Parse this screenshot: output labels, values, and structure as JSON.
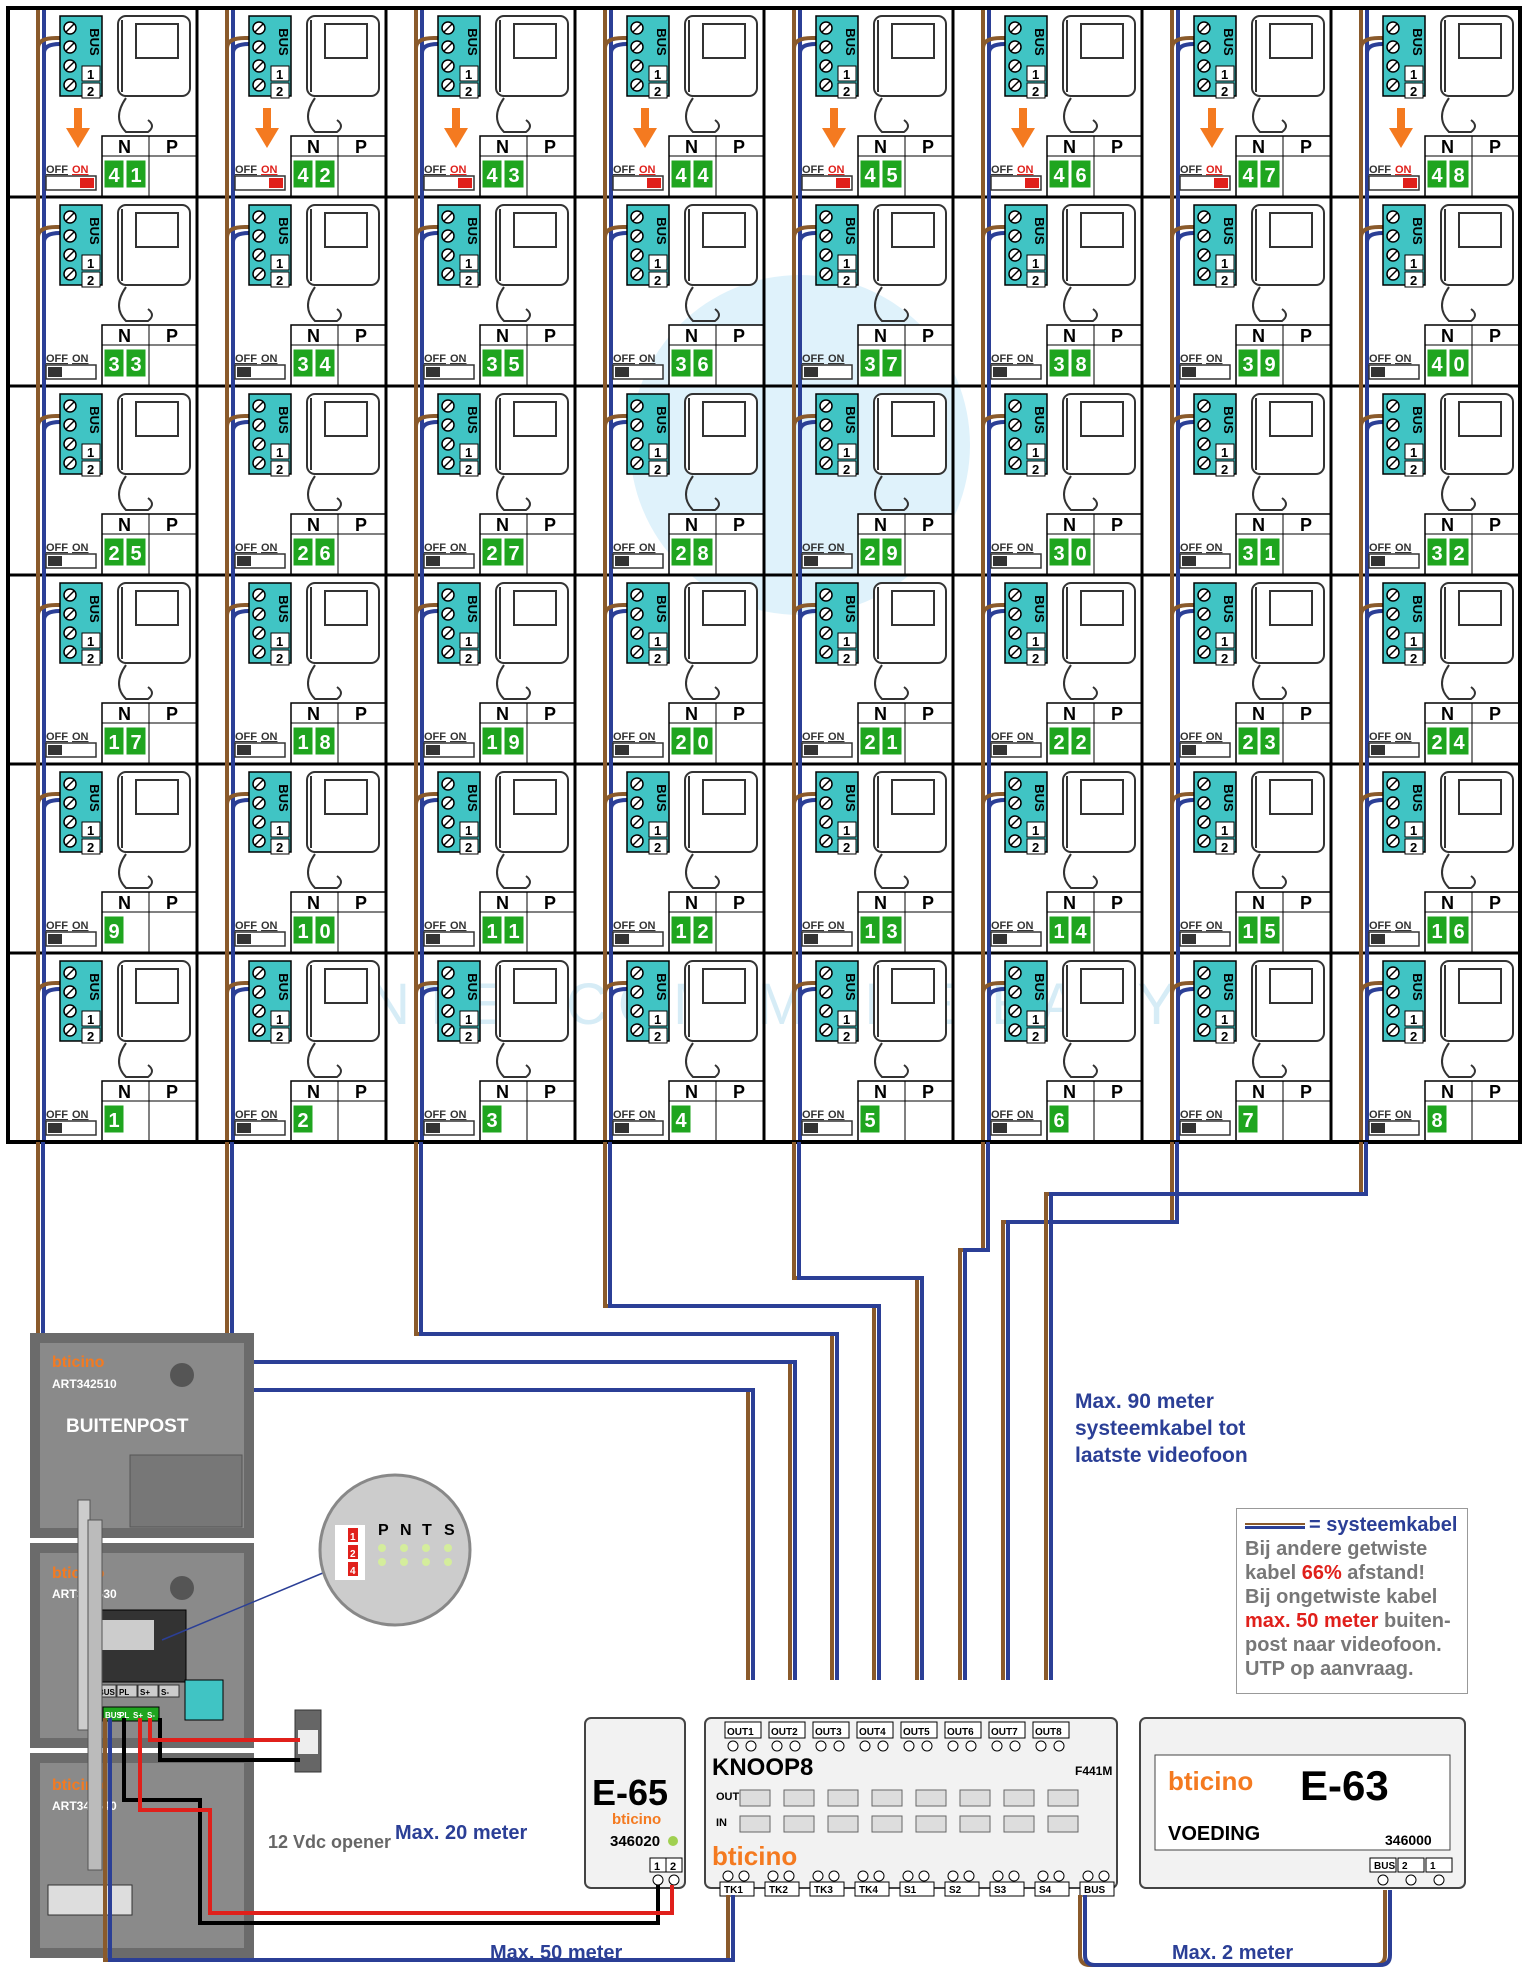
{
  "units": [
    {
      "n": "41",
      "on": true
    },
    {
      "n": "42",
      "on": true
    },
    {
      "n": "43",
      "on": true
    },
    {
      "n": "44",
      "on": true
    },
    {
      "n": "45",
      "on": true
    },
    {
      "n": "46",
      "on": true
    },
    {
      "n": "47",
      "on": true
    },
    {
      "n": "48",
      "on": true
    },
    {
      "n": "33",
      "on": false
    },
    {
      "n": "34",
      "on": false
    },
    {
      "n": "35",
      "on": false
    },
    {
      "n": "36",
      "on": false
    },
    {
      "n": "37",
      "on": false
    },
    {
      "n": "38",
      "on": false
    },
    {
      "n": "39",
      "on": false
    },
    {
      "n": "40",
      "on": false
    },
    {
      "n": "25",
      "on": false
    },
    {
      "n": "26",
      "on": false
    },
    {
      "n": "27",
      "on": false
    },
    {
      "n": "28",
      "on": false
    },
    {
      "n": "29",
      "on": false
    },
    {
      "n": "30",
      "on": false
    },
    {
      "n": "31",
      "on": false
    },
    {
      "n": "32",
      "on": false
    },
    {
      "n": "17",
      "on": false
    },
    {
      "n": "18",
      "on": false
    },
    {
      "n": "19",
      "on": false
    },
    {
      "n": "20",
      "on": false
    },
    {
      "n": "21",
      "on": false
    },
    {
      "n": "22",
      "on": false
    },
    {
      "n": "23",
      "on": false
    },
    {
      "n": "24",
      "on": false
    },
    {
      "n": "9",
      "on": false
    },
    {
      "n": "10",
      "on": false
    },
    {
      "n": "11",
      "on": false
    },
    {
      "n": "12",
      "on": false
    },
    {
      "n": "13",
      "on": false
    },
    {
      "n": "14",
      "on": false
    },
    {
      "n": "15",
      "on": false
    },
    {
      "n": "16",
      "on": false
    },
    {
      "n": "1",
      "on": false
    },
    {
      "n": "2",
      "on": false
    },
    {
      "n": "3",
      "on": false
    },
    {
      "n": "4",
      "on": false
    },
    {
      "n": "5",
      "on": false
    },
    {
      "n": "6",
      "on": false
    },
    {
      "n": "7",
      "on": false
    },
    {
      "n": "8",
      "on": false
    }
  ],
  "unit_labels": {
    "bus": "BUS",
    "t1": "1",
    "t2": "2",
    "n": "N",
    "p": "P",
    "off": "OFF",
    "on": "ON"
  },
  "watermark": {
    "text": "INTERCOM MADE EASY"
  },
  "buitenpost": {
    "brand": "bticino",
    "art1": "ART342510",
    "title": "BUITENPOST",
    "art2": "ART342630",
    "art3": "ART342640",
    "terms": [
      "BUS",
      "PL",
      "S+",
      "S-"
    ],
    "terms2": [
      "BUS",
      "PL",
      "S+",
      "S-"
    ],
    "detail_cols": [
      "P",
      "N",
      "T",
      "S"
    ],
    "detail_sw": [
      "1",
      "2",
      "4"
    ]
  },
  "opener": {
    "label": "12 Vdc opener"
  },
  "e65": {
    "name": "E-65",
    "brand": "bticino",
    "code": "346020",
    "terms": [
      "1",
      "2"
    ]
  },
  "knoop8": {
    "name": "KNOOP8",
    "model": "F441M",
    "brand": "bticino",
    "outs": [
      "OUT1",
      "OUT2",
      "OUT3",
      "OUT4",
      "OUT5",
      "OUT6",
      "OUT7",
      "OUT8"
    ],
    "row_out": "OUT",
    "row_in": "IN",
    "bottom": [
      "TK1",
      "TK2",
      "TK3",
      "TK4",
      "S1",
      "S2",
      "S3",
      "S4",
      "BUS"
    ]
  },
  "e63": {
    "name": "E-63",
    "brand": "bticino",
    "sub": "VOEDING",
    "code": "346000",
    "terms": [
      "BUS",
      "2",
      "1"
    ]
  },
  "notes": {
    "max90": [
      "Max. 90 meter",
      "systeemkabel tot",
      "laatste videofoon"
    ],
    "max20": "Max. 20 meter",
    "max50": "Max. 50 meter",
    "max2": "Max. 2 meter"
  },
  "legend": {
    "l1": "= systeemkabel",
    "l2a": "Bij andere getwiste",
    "l3a": "kabel ",
    "l3b": "66%",
    "l3c": " afstand!",
    "l4": "Bij ongetwiste kabel",
    "l5a": "max. 50 meter",
    "l5b": " buiten-",
    "l6": "post naar videofoon.",
    "l7": "UTP op aanvraag."
  },
  "colors": {
    "brown": "#8a5a2b",
    "blue": "#2b3f96",
    "cyan": "#40c4c4",
    "green": "#1fa51f",
    "red": "#e0201b",
    "orange": "#f47a20",
    "dark": "#555555"
  }
}
